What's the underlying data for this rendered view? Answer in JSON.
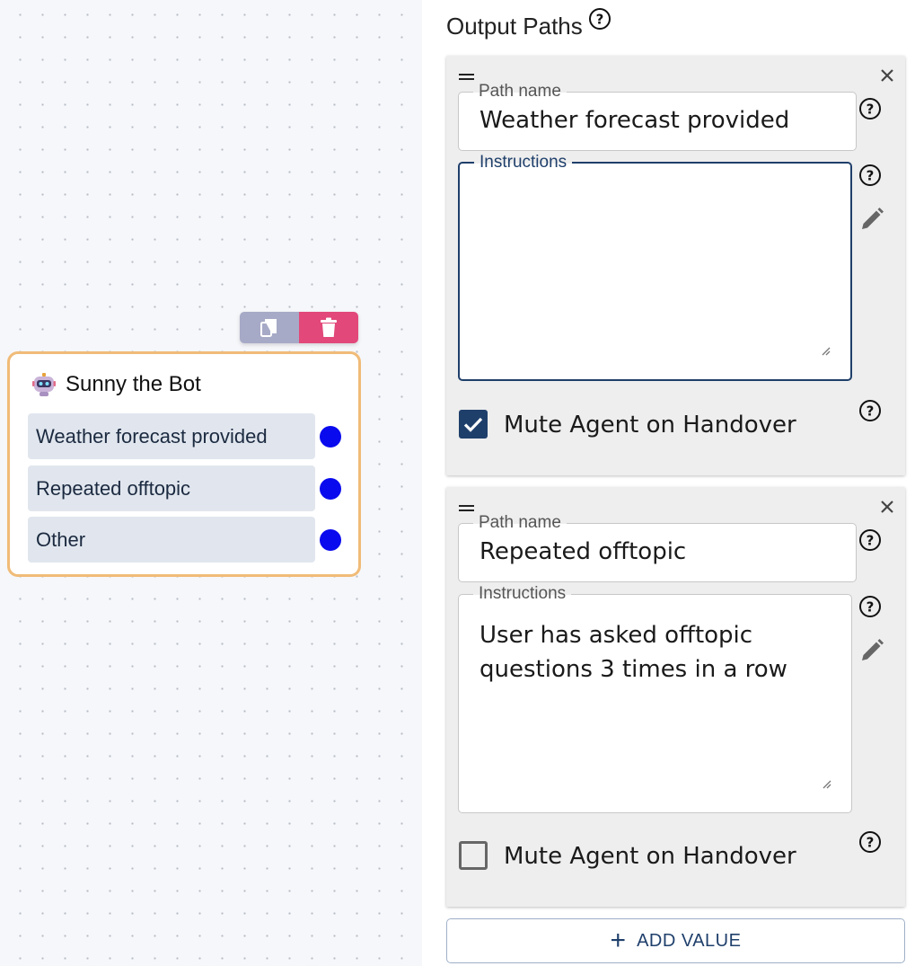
{
  "canvas": {
    "node": {
      "title": "Sunny the Bot",
      "icon": "robot-icon",
      "paths": [
        {
          "label": "Weather forecast provided"
        },
        {
          "label": "Repeated offtopic"
        },
        {
          "label": "Other"
        }
      ],
      "actions": {
        "copy_icon": "copy-icon",
        "delete_icon": "trash-icon"
      }
    },
    "colors": {
      "node_border": "#f0bb78",
      "dot": "#0a0aee",
      "delete": "#e2487a",
      "copy": "#a6aac6"
    }
  },
  "panel": {
    "title": "Output Paths",
    "cards": [
      {
        "path_name_label": "Path name",
        "path_name_value": "Weather forecast provided",
        "instructions_label": "Instructions",
        "instructions_value": "",
        "mute_label": "Mute Agent on Handover",
        "mute_checked": true
      },
      {
        "path_name_label": "Path name",
        "path_name_value": "Repeated offtopic",
        "instructions_label": "Instructions",
        "instructions_value": "User has asked offtopic\nquestions 3 times in a row",
        "mute_label": "Mute Agent on Handover",
        "mute_checked": false
      }
    ],
    "add_button": {
      "label": "ADD VALUE",
      "icon": "plus-icon"
    },
    "colors": {
      "accent": "#1f3f6b"
    }
  }
}
